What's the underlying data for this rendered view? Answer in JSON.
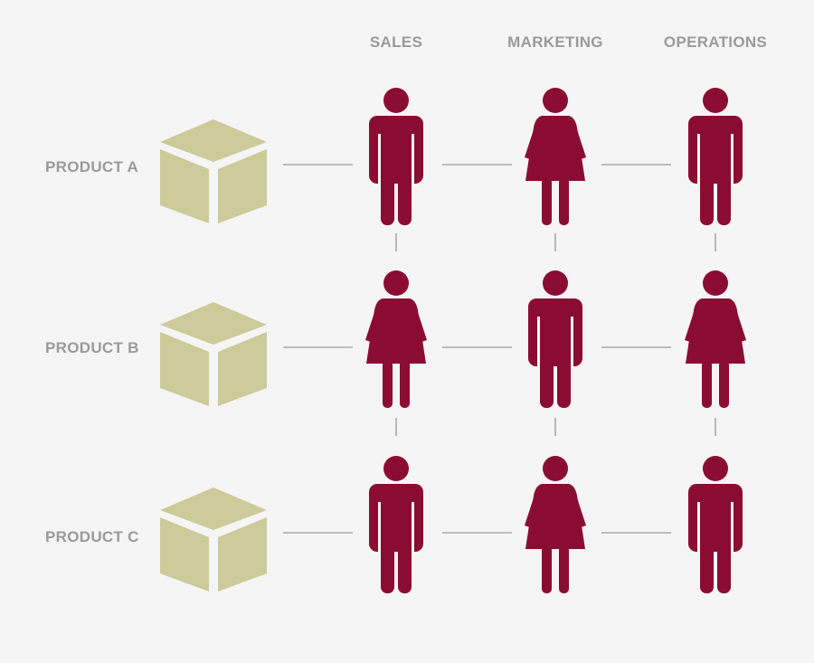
{
  "colors": {
    "background": "#f5f5f5",
    "label": "#9a9a9a",
    "person": "#8b0c32",
    "box_face": "#cccb99",
    "connector": "#aaaaaa"
  },
  "columns": [
    {
      "label": "SALES"
    },
    {
      "label": "MARKETING"
    },
    {
      "label": "OPERATIONS"
    }
  ],
  "rows": [
    {
      "label": "PRODUCT A",
      "box_icon": "box-icon",
      "people": [
        "male-icon",
        "female-icon",
        "male-icon"
      ]
    },
    {
      "label": "PRODUCT B",
      "box_icon": "box-icon",
      "people": [
        "female-icon",
        "male-icon",
        "female-icon"
      ]
    },
    {
      "label": "PRODUCT C",
      "box_icon": "box-icon",
      "people": [
        "male-icon",
        "female-icon",
        "male-icon"
      ]
    }
  ]
}
